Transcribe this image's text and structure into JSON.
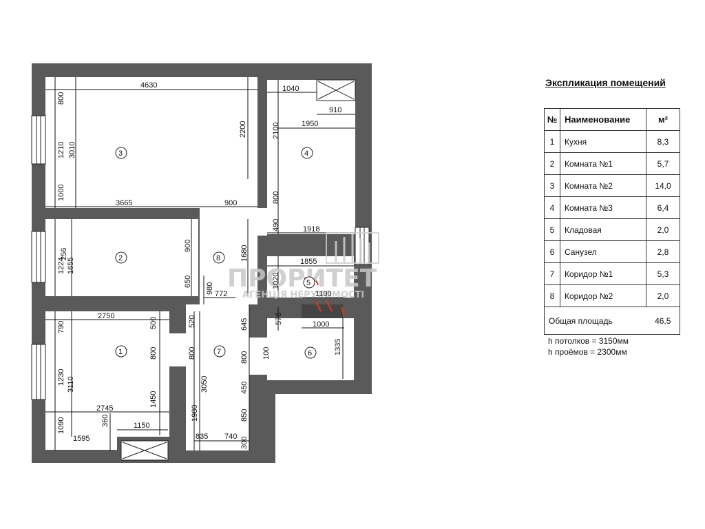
{
  "legend": {
    "title": "Экспликация помещений",
    "headers": {
      "num": "№",
      "name": "Наименование",
      "area": "м²"
    },
    "rows": [
      {
        "num": "1",
        "name": "Кухня",
        "area": "8,3"
      },
      {
        "num": "2",
        "name": "Комната №1",
        "area": "5,7"
      },
      {
        "num": "3",
        "name": "Комната №2",
        "area": "14,0"
      },
      {
        "num": "4",
        "name": "Комната №3",
        "area": "6,4"
      },
      {
        "num": "5",
        "name": "Кладовая",
        "area": "2,0"
      },
      {
        "num": "6",
        "name": "Санузел",
        "area": "2,8"
      },
      {
        "num": "7",
        "name": "Коридор №1",
        "area": "5,3"
      },
      {
        "num": "8",
        "name": "Коридор №2",
        "area": "2,0"
      }
    ],
    "total_label": "Общая площадь",
    "total_value": "46,5"
  },
  "notes": {
    "ceiling": "h потолков = 3150мм",
    "openings": "h проёмов = 2300мм"
  },
  "watermark": {
    "brand": "ПРОРИТЕТ",
    "tagline": "АГЕНЦІЯ НЕРУХОМОСТІ"
  },
  "rooms": [
    "1",
    "2",
    "3",
    "4",
    "5",
    "6",
    "7",
    "8"
  ],
  "dimensions": {
    "d4630": "4630",
    "d800a": "800",
    "d1210": "1210",
    "d3010": "3010",
    "d1000a": "1000",
    "d2200": "2200",
    "d3665": "3665",
    "d900a": "900",
    "d1040": "1040",
    "d910": "910",
    "d2100": "2100",
    "d1950": "1950",
    "d800b": "800",
    "d490": "490",
    "d1918": "1918",
    "d1224": "1224",
    "d256": "256",
    "d1655": "1655",
    "d900b": "900",
    "d650": "650",
    "d1680": "1680",
    "d980": "980",
    "d772": "772",
    "d1855": "1855",
    "d1020": "1020",
    "d1100": "1100",
    "d576": "576",
    "d1000b": "1000",
    "d790": "790",
    "d2750": "2750",
    "d500": "500",
    "d520": "520",
    "d645": "645",
    "d800c": "800",
    "d800d": "800",
    "d100": "100",
    "d1335": "1335",
    "d1230": "1230",
    "d3110": "3110",
    "d3050": "3050",
    "d450": "450",
    "d2745": "2745",
    "d1450": "1450",
    "d1090": "1090",
    "d360": "360",
    "d1150": "1150",
    "d1595": "1595",
    "d1980": "1980",
    "d850": "850",
    "d835": "835",
    "d740": "740",
    "d300": "300"
  },
  "colors": {
    "wall": "#5a5a5a",
    "accent_red": "#d83a1a",
    "watermark": "#c8c8c8"
  }
}
